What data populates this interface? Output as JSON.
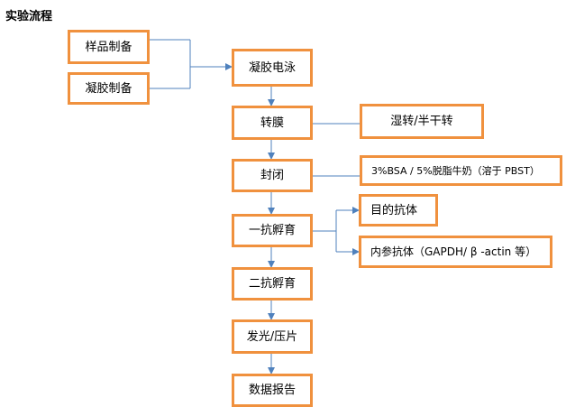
{
  "title": "实验流程",
  "boxes": {
    "sample_prep": "样品制备",
    "gel_prep": "凝胶制备",
    "electrophoresis": "凝胶电泳",
    "transfer": "转膜",
    "transfer_method": "湿转/半干转",
    "blocking": "封闭",
    "blocking_reagent": "3%BSA / 5%脱脂牛奶（溶于 PBST）",
    "primary_incubation": "一抗孵育",
    "target_antibody": "目的抗体",
    "reference_antibody": "内参抗体（GAPDH/ β -actin 等）",
    "secondary_incubation": "二抗孵育",
    "luminescence": "发光/压片",
    "data_report": "数据报告"
  },
  "colors": {
    "box_border": "#F0913E",
    "connector": "#4F81BD"
  }
}
